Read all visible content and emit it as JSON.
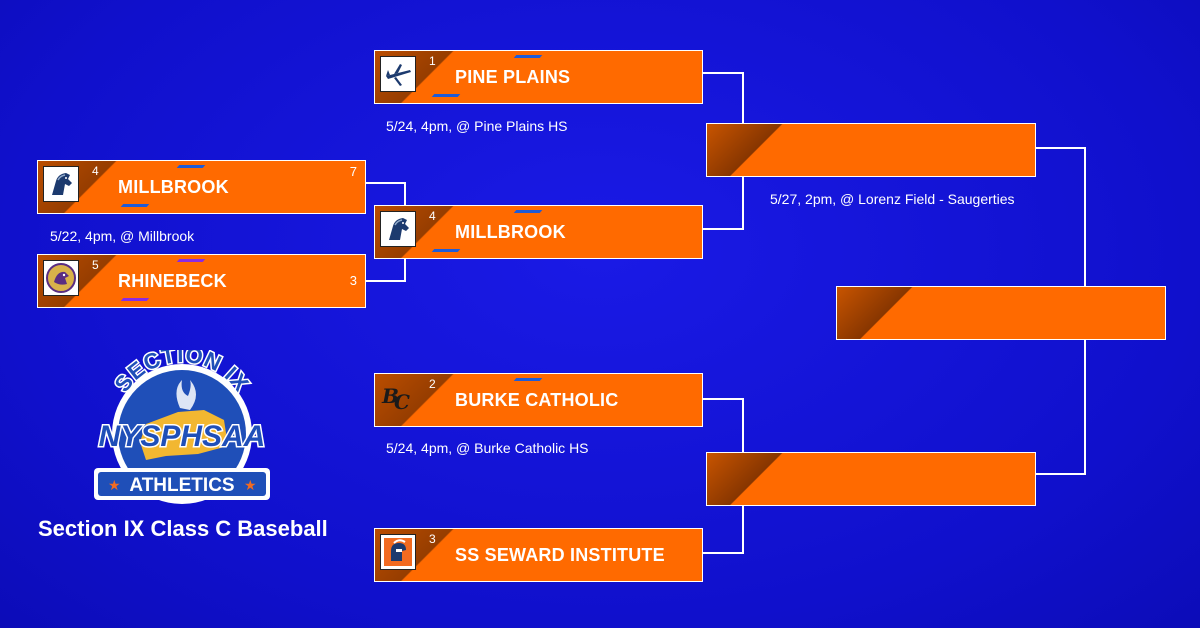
{
  "title": "Section IX Class C Baseball",
  "logo": {
    "arc_text": "SECTION IX",
    "main_text": "NYSPHSAA",
    "banner_text": "ATHLETICS"
  },
  "colors": {
    "background": "#1312d9",
    "box": "#ff6a00",
    "accent_blue": "#1e5bd8",
    "accent_purple": "#8a2be2"
  },
  "quarterfinal": {
    "top": {
      "seed": "4",
      "team": "MILLBROOK",
      "score": "7",
      "icon": "mustang-icon"
    },
    "bottom": {
      "seed": "5",
      "team": "RHINEBECK",
      "score": "3",
      "icon": "hawk-icon"
    },
    "info": "5/22, 4pm, @ Millbrook"
  },
  "semifinal_1": {
    "top": {
      "seed": "1",
      "team": "PINE PLAINS",
      "icon": "plane-icon"
    },
    "bottom": {
      "seed": "4",
      "team": "MILLBROOK",
      "icon": "mustang-icon"
    },
    "info": "5/24, 4pm, @ Pine Plains HS"
  },
  "semifinal_2": {
    "top": {
      "seed": "2",
      "team": "BURKE CATHOLIC",
      "icon": "bc-monogram-icon"
    },
    "bottom": {
      "seed": "3",
      "team": "SS SEWARD INSTITUTE",
      "icon": "spartan-icon"
    },
    "info": "5/24, 4pm, @ Burke Catholic HS"
  },
  "final": {
    "info": "5/27, 2pm, @ Lorenz Field - Saugerties"
  }
}
